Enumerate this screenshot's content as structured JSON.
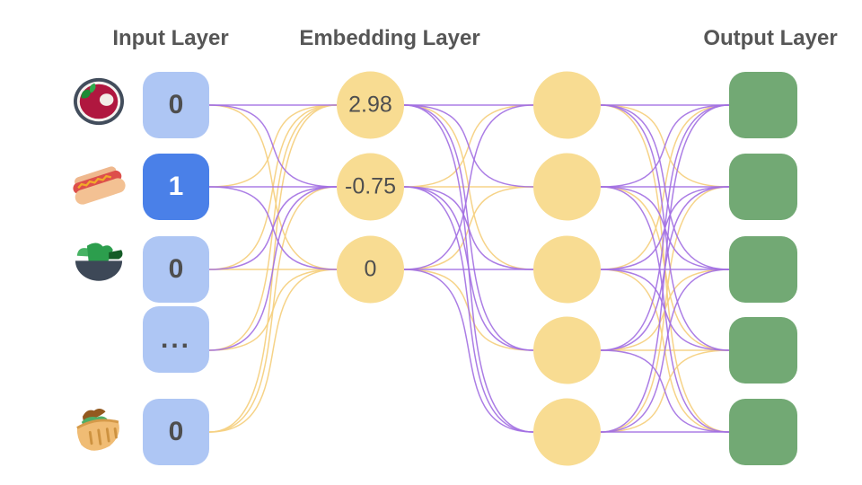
{
  "layers": {
    "input": {
      "title": "Input Layer",
      "nodes": [
        {
          "icon": "borscht-icon",
          "value": "0",
          "active": false
        },
        {
          "icon": "hot-dog-icon",
          "value": "1",
          "active": true
        },
        {
          "icon": "salad-icon",
          "value": "0",
          "active": false
        },
        {
          "icon": "",
          "value": "...",
          "active": false
        },
        {
          "icon": "stuffed-flatbread-icon",
          "value": "0",
          "active": false
        }
      ]
    },
    "embedding": {
      "title": "Embedding Layer",
      "nodes": [
        {
          "value": "2.98"
        },
        {
          "value": "-0.75"
        },
        {
          "value": "0"
        }
      ]
    },
    "hidden": {
      "node_count": 5
    },
    "output": {
      "title": "Output Layer",
      "node_count": 5
    }
  },
  "colors": {
    "input_fill": "#aec6f4",
    "input_active_fill": "#4a80e8",
    "embed_fill": "#f8dc92",
    "output_fill": "#72a974",
    "purple_line": "#a26fe2",
    "yellow_line": "#f5d182",
    "title_text": "#565656",
    "node_text": "#4e4e4e"
  },
  "connections": {
    "input_to_embedding": [
      [
        "p",
        "p",
        "y"
      ],
      [
        "y",
        "p",
        "p"
      ],
      [
        "y",
        "p",
        "y"
      ],
      [
        "y",
        "p",
        "y"
      ],
      [
        "y",
        "y",
        "y"
      ]
    ],
    "embedding_to_hidden": [
      [
        "p",
        "p",
        "y",
        "p",
        "p"
      ],
      [
        "y",
        "y",
        "p",
        "p",
        "p"
      ],
      [
        "p",
        "y",
        "p",
        "y",
        "p"
      ]
    ],
    "hidden_to_output": [
      [
        "p",
        "y",
        "p",
        "p",
        "y"
      ],
      [
        "p",
        "p",
        "p",
        "y",
        "p"
      ],
      [
        "y",
        "p",
        "p",
        "p",
        "y"
      ],
      [
        "p",
        "p",
        "y",
        "y",
        "p"
      ],
      [
        "p",
        "y",
        "p",
        "y",
        "p"
      ]
    ]
  }
}
